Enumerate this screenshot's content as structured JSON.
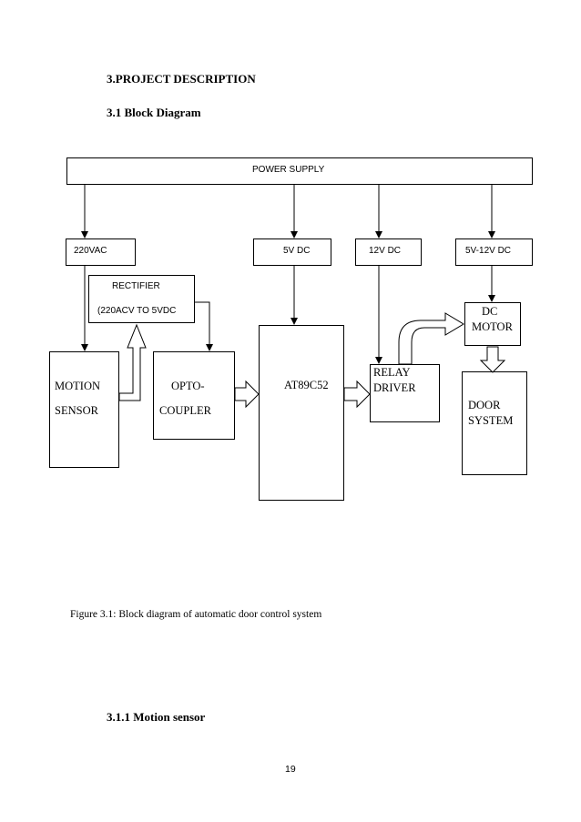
{
  "headings": {
    "section": "3.PROJECT DESCRIPTION",
    "subsection": "3.1 Block Diagram",
    "subsubsection": "3.1.1 Motion sensor"
  },
  "diagram": {
    "power_supply": "POWER SUPPLY",
    "rail_220vac": "220VAC",
    "rail_5vdc": "5V DC",
    "rail_12vdc": "12V DC",
    "rail_5v12vdc": "5V-12V DC",
    "rectifier": {
      "line1": "RECTIFIER",
      "line2": "(220ACV TO 5VDC"
    },
    "motion_sensor": {
      "line1": "MOTION",
      "line2": "SENSOR"
    },
    "opto_coupler": {
      "line1": "OPTO-",
      "line2": "COUPLER"
    },
    "mcu": "AT89C52",
    "relay_driver": {
      "line1": "RELAY",
      "line2": "DRIVER"
    },
    "dc_motor": {
      "line1": "DC",
      "line2": "MOTOR"
    },
    "door_system": {
      "line1": "DOOR",
      "line2": "SYSTEM"
    }
  },
  "caption": "Figure 3.1: Block diagram of automatic door control system",
  "page_number": "19"
}
